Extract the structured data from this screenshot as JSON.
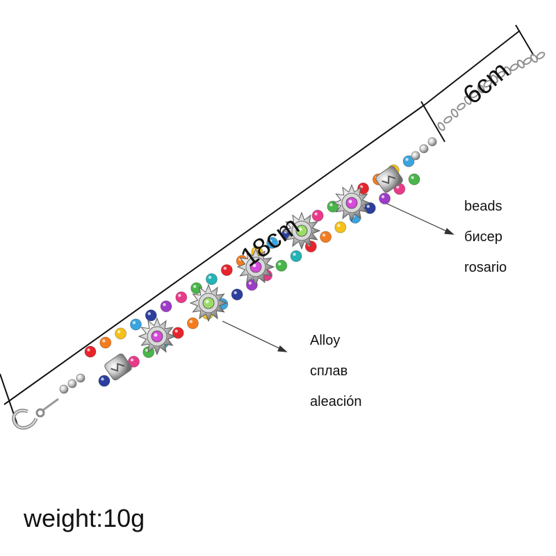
{
  "dimensions": {
    "total_length": "18cm",
    "extender_length": "6cm"
  },
  "labels": {
    "beads": [
      "beads",
      "бисер",
      "rosario"
    ],
    "alloy": [
      "Alloy",
      "сплав",
      "aleación"
    ]
  },
  "weight": "weight:10g",
  "colors": {
    "background": "#ffffff",
    "lines": "#111111",
    "silver": "#b8b8b8",
    "beads": [
      "#e8242b",
      "#f47c1e",
      "#f6c11b",
      "#3aa4df",
      "#2c3f9e",
      "#9d3cc7",
      "#e93a8a",
      "#49b54a",
      "#25b3b5"
    ]
  }
}
